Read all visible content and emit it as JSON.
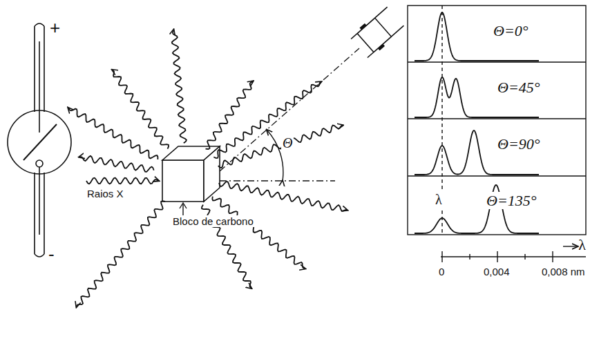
{
  "diagram": {
    "labels": [
      "+",
      "-",
      "Raios X",
      "Bloco de carbono",
      "Θ",
      "Θ=0°",
      "Θ=45°",
      "Θ=90°",
      "Θ=135°",
      "λ",
      "λ",
      "0",
      "0,004",
      "0,008 nm"
    ]
  }
}
